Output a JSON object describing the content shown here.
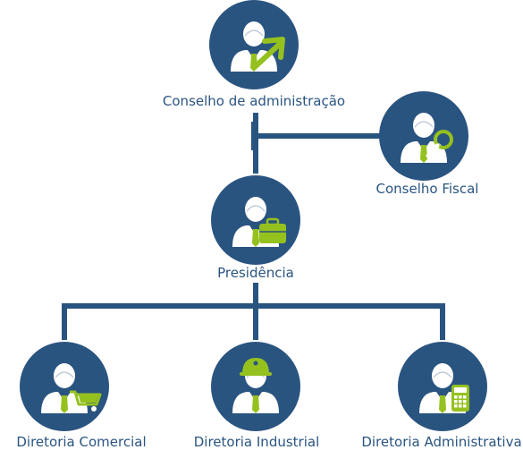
{
  "colors": {
    "node": "#2a5480",
    "connector": "#2a5480",
    "accent": "#95c11f",
    "label_text": "#2a5480",
    "skin": "#ffffff"
  },
  "nodes": [
    {
      "id": "board",
      "label": "Conselho de administração",
      "badge": "arrow-icon"
    },
    {
      "id": "fiscal",
      "label": "Conselho Fiscal",
      "badge": "magnifier-icon"
    },
    {
      "id": "presidency",
      "label": "Presidência",
      "badge": "briefcase-icon"
    },
    {
      "id": "commercial",
      "label": "Diretoria Comercial",
      "badge": "shopping-cart-icon"
    },
    {
      "id": "industrial",
      "label": "Diretoria Industrial",
      "badge": "hard-hat-icon"
    },
    {
      "id": "administrative",
      "label": "Diretoria Administrativa",
      "badge": "calculator-icon"
    }
  ]
}
